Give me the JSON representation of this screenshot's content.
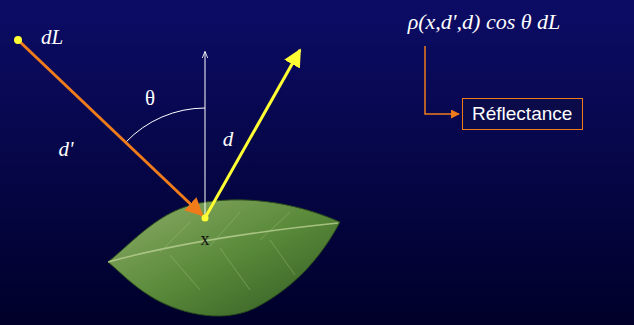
{
  "diagram": {
    "nodes": [
      {
        "text": [
          "Réflectance"
        ]
      }
    ],
    "labels": [
      "dL",
      "d'",
      "θ",
      "d",
      "x",
      "ρ(x,d',d) cos θ dL"
    ]
  }
}
